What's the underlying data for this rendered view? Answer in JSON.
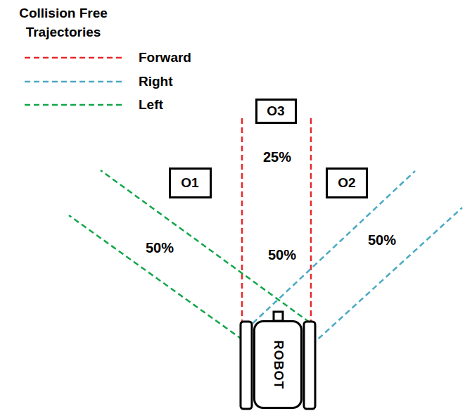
{
  "diagram": {
    "title": "Collision Free Trajectories",
    "nodes": [
      {
        "text": [
          "O3"
        ]
      },
      {
        "text": [
          "O1"
        ]
      },
      {
        "text": [
          "O2"
        ]
      },
      {
        "text": [
          "ROBOT"
        ]
      }
    ],
    "labels": [
      "25%",
      "50%",
      "50%",
      "50%"
    ],
    "legend": [
      {
        "text": "Forward"
      },
      {
        "text": "Right"
      },
      {
        "text": "Left"
      }
    ]
  }
}
